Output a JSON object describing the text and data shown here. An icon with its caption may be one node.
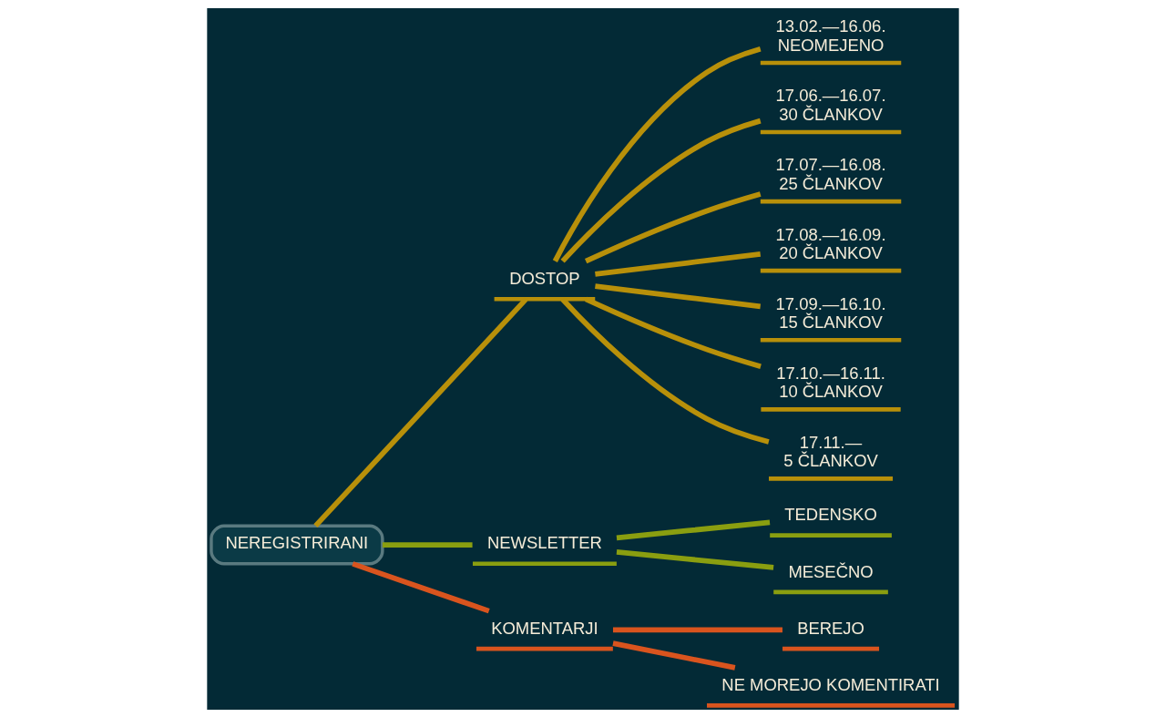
{
  "diagram": {
    "nodes": [
      {
        "text": [
          "NEREGISTRIRANI"
        ]
      },
      {
        "text": [
          "DOSTOP"
        ]
      },
      {
        "text": [
          "13.02.—16.06.",
          "NEOMEJENO"
        ]
      },
      {
        "text": [
          "17.06.—16.07.",
          "30 ČLANKOV"
        ]
      },
      {
        "text": [
          "17.07.—16.08.",
          "25 ČLANKOV"
        ]
      },
      {
        "text": [
          "17.08.—16.09.",
          "20 ČLANKOV"
        ]
      },
      {
        "text": [
          "17.09.—16.10.",
          "15 ČLANKOV"
        ]
      },
      {
        "text": [
          "17.10.—16.11.",
          "10 ČLANKOV"
        ]
      },
      {
        "text": [
          "17.11.—",
          "5 ČLANKOV"
        ]
      },
      {
        "text": [
          "NEWSLETTER"
        ]
      },
      {
        "text": [
          "TEDENSKO"
        ]
      },
      {
        "text": [
          "MESEČNO"
        ]
      },
      {
        "text": [
          "KOMENTARJI"
        ]
      },
      {
        "text": [
          "BEREJO"
        ]
      },
      {
        "text": [
          "NE MOREJO KOMENTIRATI"
        ]
      }
    ],
    "edges": [
      {
        "from": 0,
        "to": 1,
        "arrow": "none"
      },
      {
        "from": 1,
        "to": 2,
        "arrow": "none"
      },
      {
        "from": 1,
        "to": 3,
        "arrow": "none"
      },
      {
        "from": 1,
        "to": 4,
        "arrow": "none"
      },
      {
        "from": 1,
        "to": 5,
        "arrow": "none"
      },
      {
        "from": 1,
        "to": 6,
        "arrow": "none"
      },
      {
        "from": 1,
        "to": 7,
        "arrow": "none"
      },
      {
        "from": 1,
        "to": 8,
        "arrow": "none"
      },
      {
        "from": 0,
        "to": 9,
        "arrow": "none",
        "color": "#8a9e10"
      },
      {
        "from": 9,
        "to": 10,
        "arrow": "none",
        "color": "#8a9e10"
      },
      {
        "from": 9,
        "to": 11,
        "arrow": "none",
        "color": "#8a9e10"
      },
      {
        "from": 0,
        "to": 12,
        "arrow": "none",
        "color": "#d9541e"
      },
      {
        "from": 12,
        "to": 13,
        "arrow": "none",
        "color": "#d9541e"
      },
      {
        "from": 12,
        "to": 14,
        "arrow": "none",
        "color": "#d9541e"
      }
    ]
  }
}
